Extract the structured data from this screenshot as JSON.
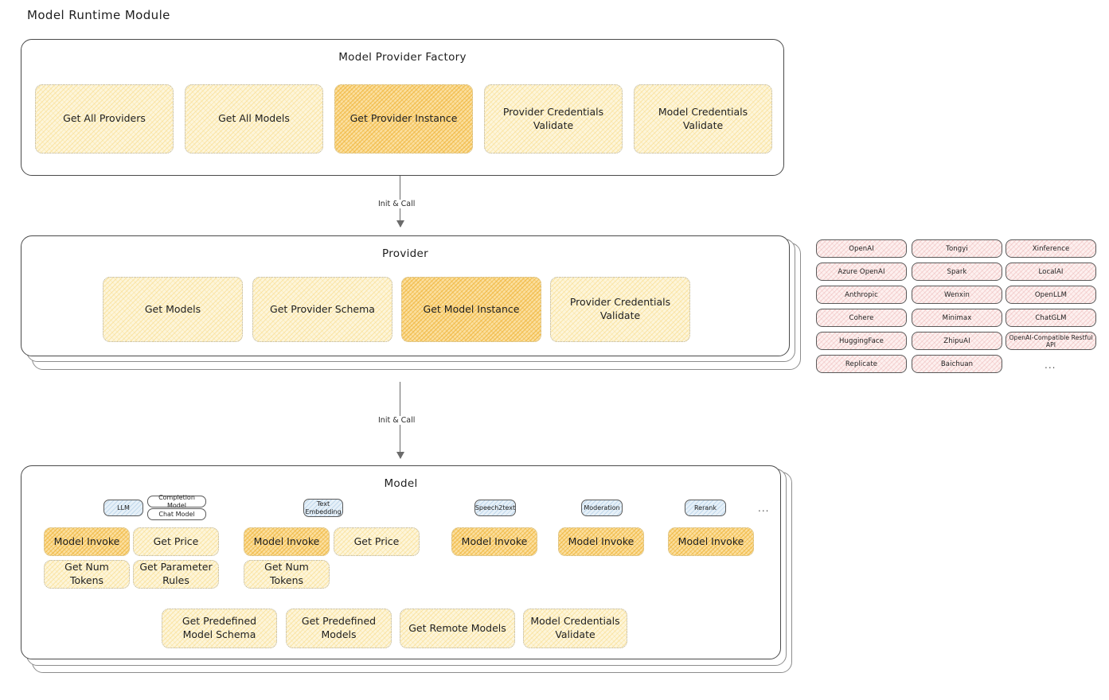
{
  "page": {
    "title": "Model Runtime Module"
  },
  "factory": {
    "title": "Model Provider Factory",
    "items": [
      {
        "label": "Get All Providers",
        "highlight": false
      },
      {
        "label": "Get All Models",
        "highlight": false
      },
      {
        "label": "Get Provider Instance",
        "highlight": true
      },
      {
        "label": "Provider Credentials Validate",
        "highlight": false
      },
      {
        "label": "Model Credentials Validate",
        "highlight": false
      }
    ]
  },
  "arrows": [
    {
      "label": "Init & Call"
    },
    {
      "label": "Init & Call"
    }
  ],
  "provider": {
    "title": "Provider",
    "items": [
      {
        "label": "Get Models",
        "highlight": false
      },
      {
        "label": "Get Provider Schema",
        "highlight": false
      },
      {
        "label": "Get Model Instance",
        "highlight": true
      },
      {
        "label": "Provider Credentials Validate",
        "highlight": false
      }
    ]
  },
  "provider_list": {
    "columns": [
      [
        "OpenAI",
        "Azure OpenAI",
        "Anthropic",
        "Cohere",
        "HuggingFace",
        "Replicate"
      ],
      [
        "Tongyi",
        "Spark",
        "Wenxin",
        "Minimax",
        "ZhipuAI",
        "Baichuan"
      ],
      [
        "Xinference",
        "LocalAI",
        "OpenLLM",
        "ChatGLM",
        "OpenAI-Compatible Restful API"
      ]
    ],
    "more": "..."
  },
  "model": {
    "title": "Model",
    "more": "...",
    "types": [
      {
        "name": "LLM",
        "sub": [
          "Completion Model",
          "Chat Model"
        ],
        "methods": [
          {
            "label": "Model Invoke",
            "highlight": true
          },
          {
            "label": "Get Price",
            "highlight": false
          },
          {
            "label": "Get Num Tokens",
            "highlight": false
          },
          {
            "label": "Get Parameter Rules",
            "highlight": false
          }
        ]
      },
      {
        "name": "Text Embedding",
        "sub": [],
        "methods": [
          {
            "label": "Model Invoke",
            "highlight": true
          },
          {
            "label": "Get Price",
            "highlight": false
          },
          {
            "label": "Get Num Tokens",
            "highlight": false
          }
        ]
      },
      {
        "name": "Speech2text",
        "sub": [],
        "methods": [
          {
            "label": "Model Invoke",
            "highlight": true
          }
        ]
      },
      {
        "name": "Moderation",
        "sub": [],
        "methods": [
          {
            "label": "Model Invoke",
            "highlight": true
          }
        ]
      },
      {
        "name": "Rerank",
        "sub": [],
        "methods": [
          {
            "label": "Model Invoke",
            "highlight": true
          }
        ]
      }
    ],
    "common_methods": [
      "Get Predefined Model Schema",
      "Get Predefined Models",
      "Get Remote Models",
      "Model Credentials Validate"
    ]
  },
  "colors": {
    "highlight_fill": "#fbdf9f",
    "light_fill": "#fdf5da",
    "provider_fill": "#fdf0ef",
    "badge_fill": "#e6f0f8",
    "stroke": "#4a4a4a"
  }
}
